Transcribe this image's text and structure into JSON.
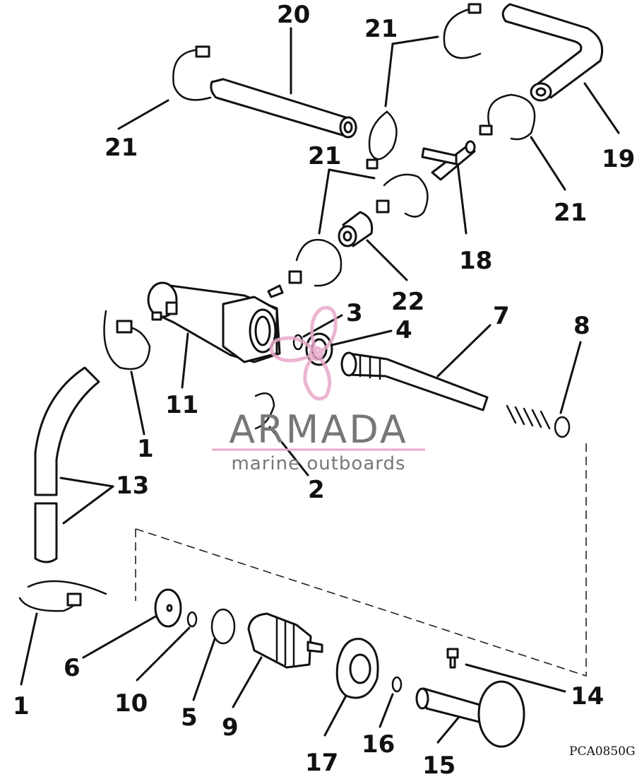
{
  "diagram": {
    "code": "PCA0850G",
    "callouts": [
      {
        "id": "c20",
        "label": "20"
      },
      {
        "id": "c21a",
        "label": "21"
      },
      {
        "id": "c21b",
        "label": "21"
      },
      {
        "id": "c21c",
        "label": "21"
      },
      {
        "id": "c21d",
        "label": "21"
      },
      {
        "id": "c19",
        "label": "19"
      },
      {
        "id": "c18",
        "label": "18"
      },
      {
        "id": "c22",
        "label": "22"
      },
      {
        "id": "c3",
        "label": "3"
      },
      {
        "id": "c4",
        "label": "4"
      },
      {
        "id": "c7",
        "label": "7"
      },
      {
        "id": "c8",
        "label": "8"
      },
      {
        "id": "c11",
        "label": "11"
      },
      {
        "id": "c1a",
        "label": "1"
      },
      {
        "id": "c2",
        "label": "2"
      },
      {
        "id": "c13",
        "label": "13"
      },
      {
        "id": "c1b",
        "label": "1"
      },
      {
        "id": "c6",
        "label": "6"
      },
      {
        "id": "c10",
        "label": "10"
      },
      {
        "id": "c5",
        "label": "5"
      },
      {
        "id": "c9",
        "label": "9"
      },
      {
        "id": "c17",
        "label": "17"
      },
      {
        "id": "c16",
        "label": "16"
      },
      {
        "id": "c15",
        "label": "15"
      },
      {
        "id": "c14",
        "label": "14"
      }
    ]
  },
  "watermark": {
    "brand": "ARMADA",
    "tagline": "marine outboards",
    "logo_color": "#e8a9c9",
    "text_color": "#777777"
  }
}
